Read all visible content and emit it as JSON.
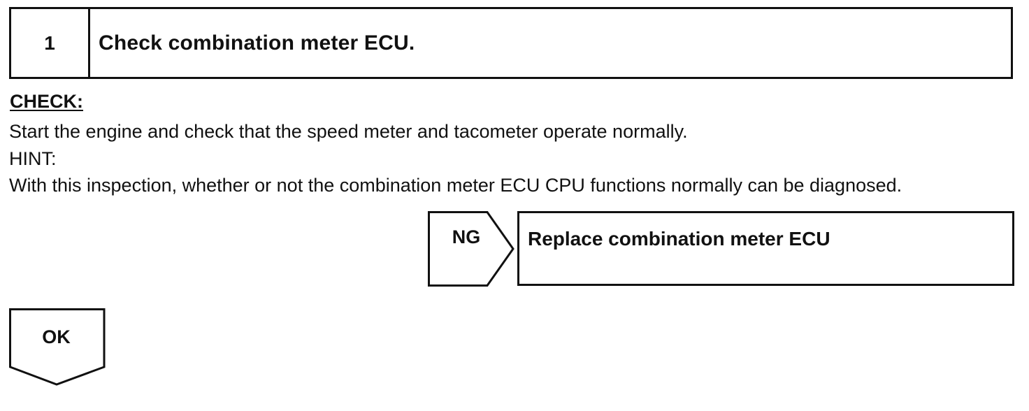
{
  "step": {
    "number": "1",
    "title": "Check combination meter ECU."
  },
  "check": {
    "heading": "CHECK:",
    "instruction": "Start the engine and check that the speed meter and tacometer operate normally."
  },
  "hint": {
    "label": "HINT:",
    "text": "With this inspection, whether or not the combination meter ECU CPU functions normally can be diagnosed."
  },
  "ng_branch": {
    "label": "NG",
    "action": "Replace combination meter ECU"
  },
  "ok_branch": {
    "label": "OK"
  }
}
